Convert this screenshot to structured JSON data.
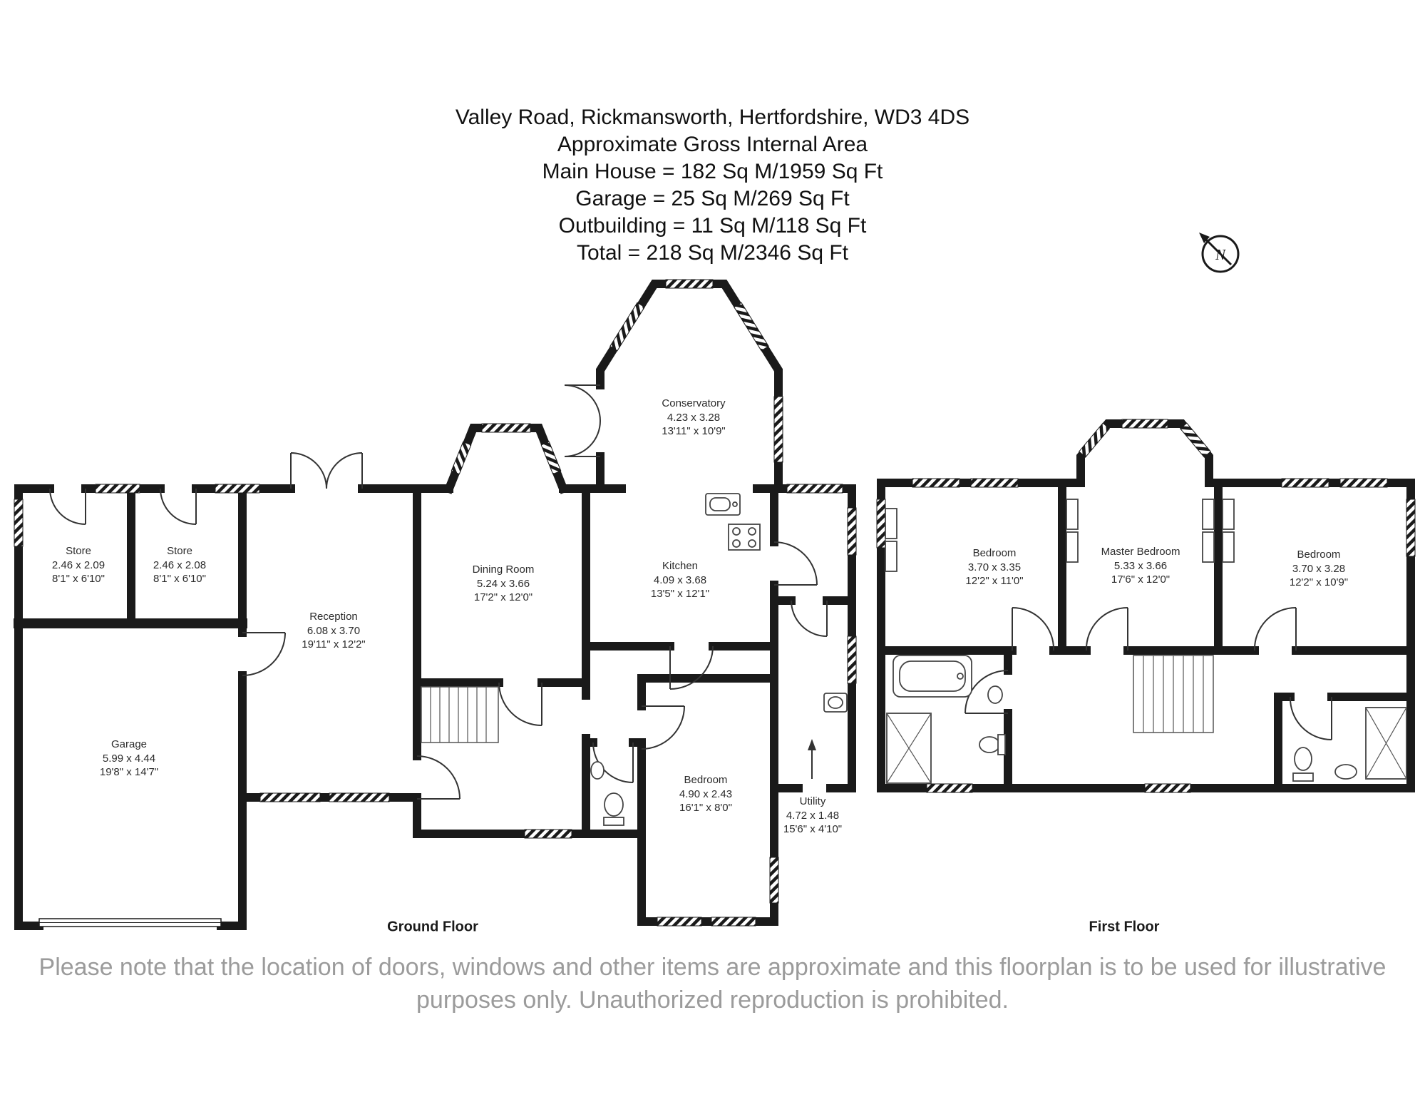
{
  "header": {
    "address": "Valley Road, Rickmansworth, Hertfordshire, WD3 4DS",
    "subtitle": "Approximate Gross Internal Area",
    "main_house": "Main House = 182 Sq M/1959 Sq Ft",
    "garage": "Garage = 25 Sq M/269 Sq Ft",
    "outbuilding": "Outbuilding = 11 Sq M/118 Sq Ft",
    "total": "Total = 218 Sq M/2346 Sq Ft"
  },
  "compass": {
    "label": "N"
  },
  "floors": {
    "ground": {
      "label": "Ground Floor"
    },
    "first": {
      "label": "First Floor"
    }
  },
  "rooms": {
    "store_1": {
      "name": "Store",
      "metric": "2.46 x 2.09",
      "imperial": "8'1\" x 6'10\""
    },
    "store_2": {
      "name": "Store",
      "metric": "2.46 x 2.08",
      "imperial": "8'1\" x 6'10\""
    },
    "garage": {
      "name": "Garage",
      "metric": "5.99 x 4.44",
      "imperial": "19'8\" x 14'7\""
    },
    "reception": {
      "name": "Reception",
      "metric": "6.08 x 3.70",
      "imperial": "19'11\" x 12'2\""
    },
    "dining_room": {
      "name": "Dining Room",
      "metric": "5.24 x 3.66",
      "imperial": "17'2\" x 12'0\""
    },
    "conservatory": {
      "name": "Conservatory",
      "metric": "4.23 x 3.28",
      "imperial": "13'11\" x 10'9\""
    },
    "kitchen": {
      "name": "Kitchen",
      "metric": "4.09 x 3.68",
      "imperial": "13'5\" x 12'1\""
    },
    "bedroom_ground": {
      "name": "Bedroom",
      "metric": "4.90 x 2.43",
      "imperial": "16'1\" x 8'0\""
    },
    "utility": {
      "name": "Utility",
      "metric": "4.72 x 1.48",
      "imperial": "15'6\" x 4'10\""
    },
    "bedroom_1": {
      "name": "Bedroom",
      "metric": "3.70 x 3.35",
      "imperial": "12'2\" x 11'0\""
    },
    "master_bedroom": {
      "name": "Master Bedroom",
      "metric": "5.33 x 3.66",
      "imperial": "17'6\" x 12'0\""
    },
    "bedroom_2": {
      "name": "Bedroom",
      "metric": "3.70 x 3.28",
      "imperial": "12'2\" x 10'9\""
    }
  },
  "footer": {
    "text": "Please note that the location of doors, windows and other items are approximate and this floorplan is to be used for illustrative purposes only. Unauthorized reproduction is prohibited."
  },
  "colors": {
    "walls": "#1a1a1a",
    "label_text": "#2b2b2b",
    "footer_text": "#9b9b9b"
  }
}
